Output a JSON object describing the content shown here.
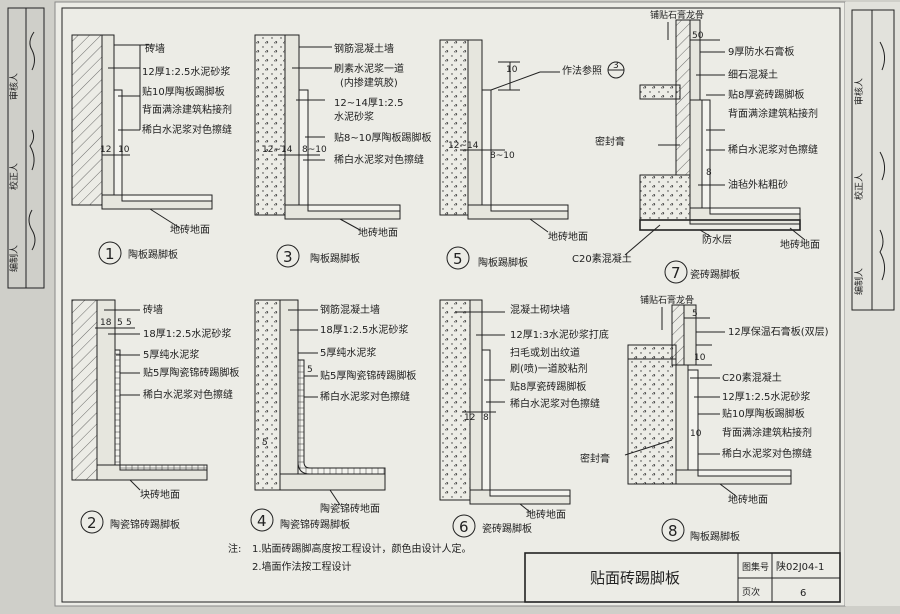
{
  "title_block": {
    "title": "贴面砖踢脚板",
    "atlas_label": "图集号",
    "atlas_no": "陕02J04-1",
    "page_label": "页次",
    "page_no": "6"
  },
  "notes": {
    "prefix": "注:",
    "items": [
      "1.贴面砖踢脚高度按工程设计，颜色由设计人定。",
      "2.墙面作法按工程设计"
    ]
  },
  "side_stamp": {
    "labels": [
      "编制人",
      "校正人",
      "审核人"
    ]
  },
  "details": [
    {
      "num": "1",
      "caption": "陶板踢脚板",
      "labels": [
        "砖墙",
        "12厚1:2.5水泥砂浆",
        "贴10厚陶板踢脚板",
        "背面满涂建筑粘接剂",
        "稀白水泥浆对色擦缝"
      ],
      "floor": "地砖地面",
      "dims": [
        "12",
        "10"
      ]
    },
    {
      "num": "2",
      "caption": "陶瓷锦砖踢脚板",
      "labels": [
        "砖墙",
        "18厚1:2.5水泥砂浆",
        "5厚纯水泥浆",
        "贴5厚陶瓷锦砖踢脚板",
        "稀白水泥浆对色擦缝"
      ],
      "floor": "块砖地面",
      "dims": [
        "18",
        "5",
        "5"
      ]
    },
    {
      "num": "3",
      "caption": "陶板踢脚板",
      "labels": [
        "钢筋混凝土墙",
        "刷素水泥浆一道",
        "(内掺建筑胶)",
        "12~14厚1:2.5",
        "水泥砂浆",
        "贴8~10厚陶板踢脚板",
        "稀白水泥浆对色擦缝"
      ],
      "floor": "地砖地面",
      "dims": [
        "12~14",
        "8~10"
      ]
    },
    {
      "num": "4",
      "caption": "陶瓷锦砖踢脚板",
      "labels": [
        "钢筋混凝土墙",
        "18厚1:2.5水泥砂浆",
        "5厚纯水泥浆",
        "贴5厚陶瓷锦砖踢脚板",
        "稀白水泥浆对色擦缝"
      ],
      "floor": "陶瓷锦砖地面",
      "dims": [
        "5",
        "5"
      ]
    },
    {
      "num": "5",
      "caption": "陶板踢脚板",
      "labels": [
        "作法参照"
      ],
      "ref": "3",
      "floor": "地砖地面",
      "dims": [
        "12~14",
        "8~10",
        "10"
      ]
    },
    {
      "num": "6",
      "caption": "瓷砖踢脚板",
      "labels": [
        "混凝土砌块墙",
        "12厚1:3水泥砂浆打底",
        "扫毛或划出纹道",
        "刷(喷)一道胶粘剂",
        "贴8厚瓷砖踢脚板",
        "稀白水泥浆对色擦缝"
      ],
      "floor": "地砖地面",
      "dims": [
        "12",
        "8"
      ]
    },
    {
      "num": "7",
      "caption": "瓷砖踢脚板",
      "top": "铺贴石膏龙骨",
      "labels": [
        "9厚防水石膏板",
        "细石混凝土",
        "贴8厚瓷砖踢脚板",
        "背面满涂建筑粘接剂",
        "稀白水泥浆对色擦缝",
        "油毡外粘粗砂"
      ],
      "left": [
        "密封膏",
        "C20素混凝土"
      ],
      "bottom": [
        "防水层",
        "地砖地面"
      ],
      "dims": [
        "50",
        "8"
      ]
    },
    {
      "num": "8",
      "caption": "陶板踢脚板",
      "top": "铺贴石膏龙骨",
      "labels": [
        "12厚保温石膏板(双层)",
        "C20素混凝土",
        "12厚1:2.5水泥砂浆",
        "贴10厚陶板踢脚板",
        "背面满涂建筑粘接剂",
        "稀白水泥浆对色擦缝"
      ],
      "left": [
        "密封膏"
      ],
      "floor": "地砖地面",
      "dims": [
        "5",
        "10",
        "10"
      ]
    }
  ]
}
